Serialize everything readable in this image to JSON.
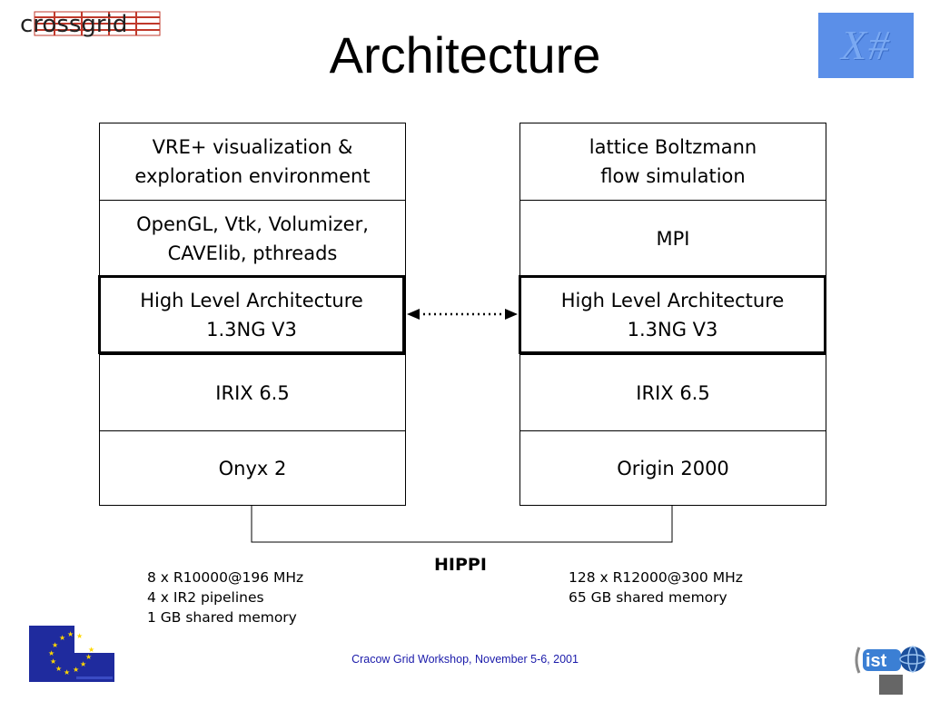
{
  "title": "Architecture",
  "logos": {
    "crossgrid": "crossgrid",
    "xsharp": "X#",
    "ist": "ist",
    "eu_flag": "eu-flag-icon"
  },
  "left_stack": {
    "layers": [
      "VRE+ visualization &\nexploration environment",
      "OpenGL, Vtk, Volumizer,\nCAVElib, pthreads",
      "High Level Architecture\n1.3NG V3",
      "IRIX 6.5",
      "Onyx 2"
    ]
  },
  "right_stack": {
    "layers": [
      "lattice Boltzmann\nflow simulation",
      "MPI",
      "High Level Architecture\n1.3NG V3",
      "IRIX 6.5",
      "Origin 2000"
    ]
  },
  "link_label": "HIPPI",
  "left_specs": "8 x R10000@196 MHz\n4 x IR2 pipelines\n1 GB shared memory",
  "right_specs": "128 x R12000@300 MHz\n65 GB shared memory",
  "footer": "Cracow Grid Workshop, November 5-6, 2001",
  "colors": {
    "footer_text": "#1a1aaa",
    "xsharp_bg": "#5b8fe8",
    "eu_blue": "#1f2b9e",
    "eu_star": "#ffd700"
  }
}
